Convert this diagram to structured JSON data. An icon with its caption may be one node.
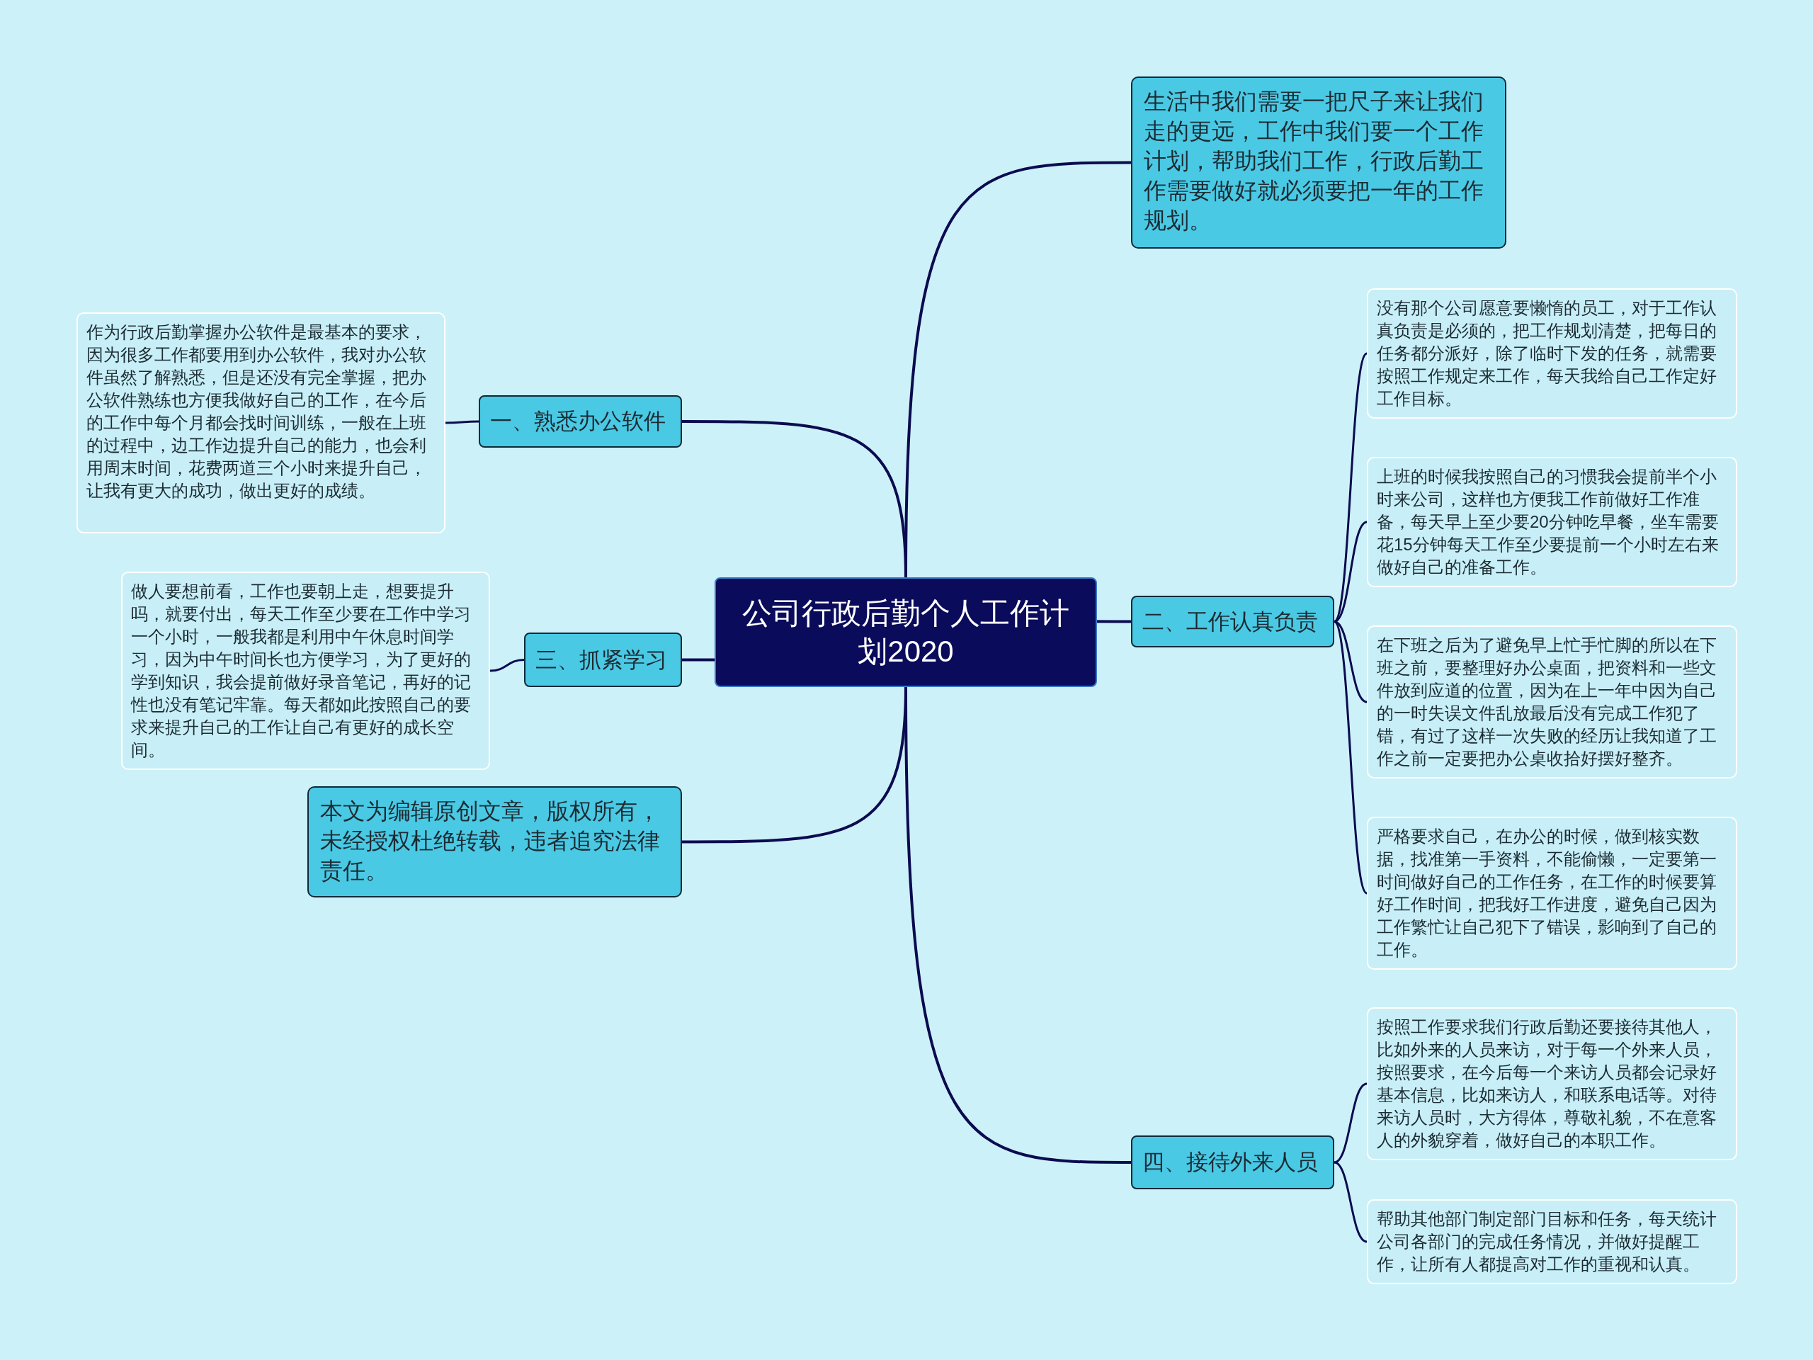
{
  "diagram": {
    "nodes": [
      {
        "text": [
          "公司行政后勤个人工作计划2020"
        ]
      },
      {
        "text": [
          "生活中我们需要一把尺子来让我们走的更远，工作中我们要一个工作计划，帮助我们工作，行政后勤工作需要做好就必须要把一年的工作规划。"
        ]
      },
      {
        "text": [
          "一、熟悉办公软件"
        ]
      },
      {
        "text": [
          "作为行政后勤掌握办公软件是最基本的要求，因为很多工作都要用到办公软件，我对办公软件虽然了解熟悉，但是还没有完全掌握，把办公软件熟练也方便我做好自己的工作，在今后的工作中每个月都会找时间训练，一般在上班的过程中，边工作边提升自己的能力，也会利用周末时间，花费两道三个小时来提升自己，让我有更大的成功，做出更好的成绩。"
        ]
      },
      {
        "text": [
          "三、抓紧学习"
        ]
      },
      {
        "text": [
          "做人要想前看，工作也要朝上走，想要提升吗，就要付出，每天工作至少要在工作中学习一个小时，一般我都是利用中午休息时间学习，因为中午时间长也方便学习，为了更好的学到知识，我会提前做好录音笔记，再好的记性也没有笔记牢靠。每天都如此按照自己的要求来提升自己的工作让自己有更好的成长空间。"
        ]
      },
      {
        "text": [
          "本文为编辑原创文章，版权所有，未经授权杜绝转载，违者追究法律责任。"
        ]
      },
      {
        "text": [
          "二、工作认真负责"
        ]
      },
      {
        "text": [
          "没有那个公司愿意要懒惰的员工，对于工作认真负责是必须的，把工作规划清楚，把每日的任务都分派好，除了临时下发的任务，就需要按照工作规定来工作，每天我给自己工作定好工作目标。"
        ]
      },
      {
        "text": [
          "上班的时候我按照自己的习惯我会提前半个小时来公司，这样也方便我工作前做好工作准备，每天早上至少要20分钟吃早餐，坐车需要花15分钟每天工作至少要提前一个小时左右来做好自己的准备工作。"
        ]
      },
      {
        "text": [
          "在下班之后为了避免早上忙手忙脚的所以在下班之前，要整理好办公桌面，把资料和一些文件放到应道的位置，因为在上一年中因为自己的一时失误文件乱放最后没有完成工作犯了错，有过了这样一次失败的经历让我知道了工作之前一定要把办公桌收拾好摆好整齐。"
        ]
      },
      {
        "text": [
          "严格要求自己，在办公的时候，做到核实数据，找准第一手资料，不能偷懒，一定要第一时间做好自己的工作任务，在工作的时候要算好工作时间，把我好工作进度，避免自己因为工作繁忙让自己犯下了错误，影响到了自己的工作。"
        ]
      },
      {
        "text": [
          "四、接待外来人员"
        ]
      },
      {
        "text": [
          "按照工作要求我们行政后勤还要接待其他人，比如外来的人员来访，对于每一个外来人员，按照要求，在今后每一个来访人员都会记录好基本信息，比如来访人，和联系电话等。对待来访人员时，大方得体，尊敬礼貌，不在意客人的外貌穿着，做好自己的本职工作。"
        ]
      },
      {
        "text": [
          "帮助其他部门制定部门目标和任务，每天统计公司各部门的完成任务情况，并做好提醒工作，让所有人都提高对工作的重视和认真。"
        ]
      }
    ],
    "edges": [
      {
        "from": 0,
        "to": 1,
        "arrow": "none"
      },
      {
        "from": 0,
        "to": 2,
        "arrow": "none"
      },
      {
        "from": 2,
        "to": 3,
        "arrow": "none"
      },
      {
        "from": 0,
        "to": 4,
        "arrow": "none"
      },
      {
        "from": 4,
        "to": 5,
        "arrow": "none"
      },
      {
        "from": 0,
        "to": 6,
        "arrow": "none"
      },
      {
        "from": 0,
        "to": 7,
        "arrow": "none"
      },
      {
        "from": 7,
        "to": 8,
        "arrow": "none"
      },
      {
        "from": 7,
        "to": 9,
        "arrow": "none"
      },
      {
        "from": 7,
        "to": 10,
        "arrow": "none"
      },
      {
        "from": 7,
        "to": 11,
        "arrow": "none"
      },
      {
        "from": 0,
        "to": 12,
        "arrow": "none"
      },
      {
        "from": 12,
        "to": 13,
        "arrow": "none"
      },
      {
        "from": 12,
        "to": 14,
        "arrow": "none"
      }
    ]
  }
}
